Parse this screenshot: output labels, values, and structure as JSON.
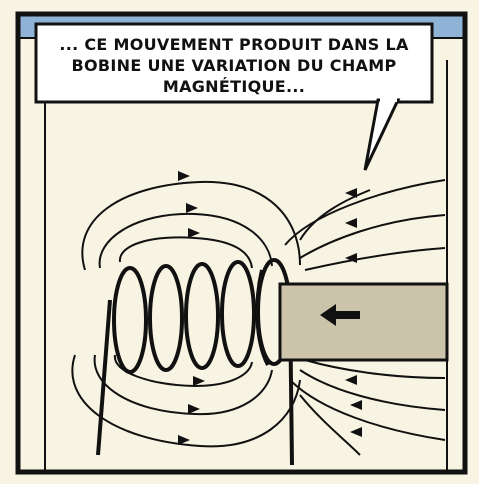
{
  "caption": {
    "line1": "... CE MOUVEMENT PRODUIT DANS LA",
    "line2": "BOBINE UNE VARIATION DU CHAMP",
    "line3": "MAGNÉTIQUE..."
  },
  "colors": {
    "panel_background": "#f7f4e3",
    "header_band": "#8fb3d7",
    "bubble_fill": "#ffffff",
    "magnet_fill": "#cbc3aa",
    "ink": "#111111"
  },
  "icons": {
    "motion_arrow": "left-arrow-icon",
    "field_arrow": "field-direction-arrow-icon"
  }
}
